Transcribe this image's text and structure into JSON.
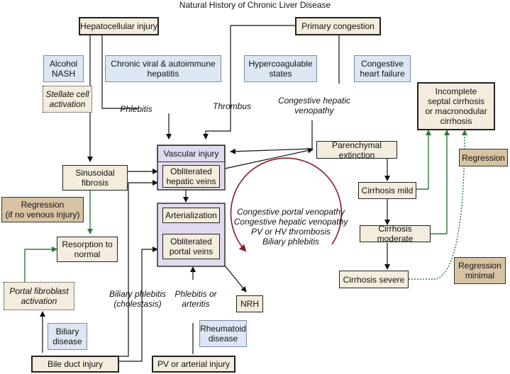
{
  "title": "Natural History of Chronic Liver Disease",
  "boxes": {
    "hepatocellular_injury": "Hepatocellular injury",
    "primary_congestion": "Primary congestion",
    "alcohol_nash": "Alcohol\nNASH",
    "chronic_viral": "Chronic viral & autoimmune\nhepatitis",
    "hypercoagulable": "Hypercoagulable\nstates",
    "congestive_hf": "Congestive\nheart failure",
    "incomplete_septal": "Incomplete\nseptal cirrhosis\nor macronodular\ncirrhosis",
    "stellate": "Stellate cell\nactivation",
    "vascular_injury": "Vascular injury",
    "obliterated_hepatic": "Obliterated\nhepatic veins",
    "parenchymal_extinction": "Parenchymal extinction",
    "regression": "Regression",
    "sinusoidal_fibrosis": "Sinusoidal\nfibrosis",
    "cirrhosis_mild": "Cirrhosis mild",
    "regression_no_venous": "Regression\n(if no venous injury)",
    "arterialization": "Arterialization",
    "obliterated_portal": "Obliterated\nportal veins",
    "cirrhosis_moderate": "Cirrhosis moderate",
    "resorption": "Resorption to\nnormal",
    "portal_fibroblast": "Portal fibroblast\nactivation",
    "cirrhosis_severe": "Cirrhosis severe",
    "regression_minimal": "Regression\nminimal",
    "nrh": "NRH",
    "biliary_disease": "Biliary\ndisease",
    "rheumatoid": "Rheumatoid\ndisease",
    "bile_duct_injury": "Bile duct injury",
    "pv_arterial_injury": "PV or arterial injury"
  },
  "labels": {
    "phlebitis": "Phlebitis",
    "thrombus": "Thrombus",
    "congestive_hepatic_venopathy": "Congestive hepatic\nvenopathy",
    "cycle_text": "Congestive portal venopathy\nCongestive hepatic venopathy\nPV or HV thrombosis\nBiliary phlebitis",
    "biliary_phlebitis": "Biliary phlebitis\n(cholestasis)",
    "phlebitis_or_arteritis": "Phlebitis or\narteritis"
  },
  "colors": {
    "green_arrow": "#2e7d3a",
    "red_cycle": "#8b1a2b",
    "black": "#111111"
  }
}
